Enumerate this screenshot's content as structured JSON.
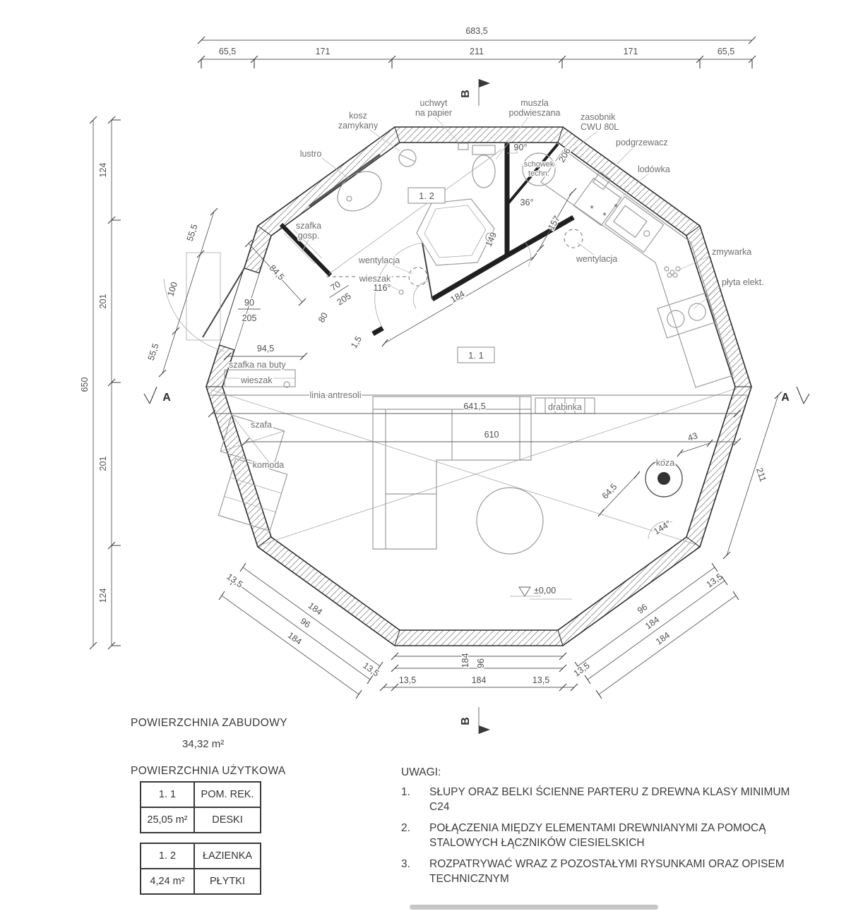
{
  "plan": {
    "rooms": {
      "r1": "1. 1",
      "r2": "1. 2"
    },
    "labels": {
      "kosz1": "kosz",
      "kosz2": "zamykany",
      "uchwyt1": "uchwyt",
      "uchwyt2": "na papier",
      "muszla1": "muszla",
      "muszla2": "podwieszana",
      "zasobnik1": "zasobnik",
      "zasobnik2": "CWU 80L",
      "podgrzewacz": "podgrzewacz",
      "lodowka": "lodówka",
      "lustro": "lustro",
      "szafka_gosp1": "szafka",
      "szafka_gosp2": "gosp.",
      "wentylacja": "wentylacja",
      "wieszak": "wieszak",
      "schowek1": "schowek",
      "schowek2": "techn.",
      "zmywarka": "zmywarka",
      "plyta": "płyta elekt.",
      "szafka_buty": "szafka na buty",
      "antresola": "linia antresoli",
      "szafa": "szafa",
      "komoda": "komoda",
      "drabinka": "drabinka",
      "koza": "koza"
    },
    "dims": {
      "total_w": "683,5",
      "w1": "65,5",
      "w2": "171",
      "w3": "211",
      "w4": "171",
      "w5": "65,5",
      "total_h": "650",
      "h1": "124",
      "h2": "201",
      "h3": "201",
      "h4": "124",
      "d641": "641,5",
      "d610": "610",
      "d184": "184",
      "d96": "96",
      "d135": "13,5",
      "d211": "211",
      "d43": "43",
      "d645": "64,5",
      "d945": "94,5",
      "d845": "84,5",
      "d100": "100",
      "d555": "55,5",
      "d157": "157",
      "d149": "149",
      "d206": "206",
      "d80": "80",
      "d15": "1,5",
      "door1w": "90",
      "door1h": "205",
      "door2w": "70",
      "door2h": "205",
      "a36": "36°",
      "a90": "90°",
      "a116": "116°",
      "a144": "144°",
      "level": "±0,00"
    },
    "sections": {
      "a": "A",
      "b": "B"
    }
  },
  "icons": {
    "snowflake": "*"
  },
  "footer": {
    "area_built_label": "POWIERZCHNIA ZABUDOWY",
    "area_built_value": "34,32 m²",
    "area_usable_label": "POWIERZCHNIA UŻYTKOWA",
    "table1": {
      "id": "1. 1",
      "name": "POM. REK.",
      "area": "25,05 m²",
      "finish": "DESKI"
    },
    "table2": {
      "id": "1. 2",
      "name": "ŁAZIENKA",
      "area": "4,24 m²",
      "finish": "PŁYTKI"
    },
    "notes_title": "UWAGI:",
    "notes": [
      {
        "num": "1.",
        "text": "SŁUPY ORAZ BELKI ŚCIENNE PARTERU Z DREWNA KLASY MINIMUM C24"
      },
      {
        "num": "2.",
        "text": "POŁĄCZENIA MIĘDZY ELEMENTAMI DREWNIANYMI ZA POMOCĄ STALOWYCH ŁĄCZNIKÓW CIESIELSKICH"
      },
      {
        "num": "3.",
        "text": "ROZPATRYWAĆ WRAZ Z POZOSTAŁYMI RYSUNKAMI ORAZ OPISEM TECHNICZNYM"
      }
    ]
  }
}
